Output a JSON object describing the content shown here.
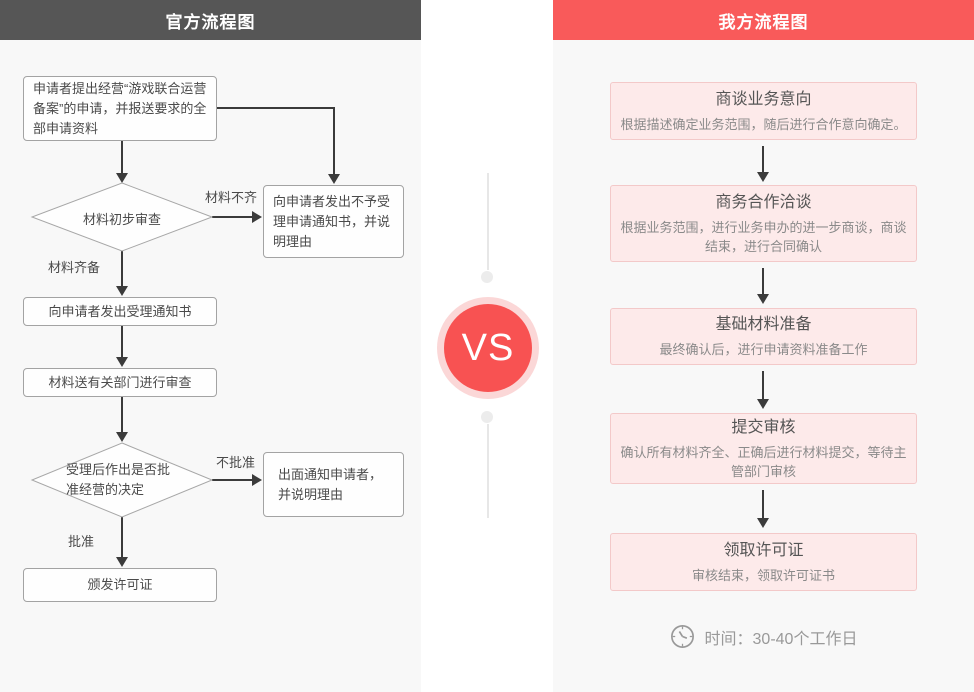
{
  "left_panel": {
    "title": "官方流程图",
    "nodes": {
      "start": "申请者提出经营“游戏联合运营备案”的申请，并报送要求的全部申请资料",
      "initial_review": "材料初步审查",
      "reject_notice": "向申请者发出不予受理申请通知书，并说明理由",
      "accept_notice": "向申请者发出受理通知书",
      "dept_review": "材料送有关部门进行审查",
      "approval_decision": "受理后作出是否批准经营的决定",
      "notify_applicant": "出面通知申请者，并说明理由",
      "issue_license": "颁发许可证"
    },
    "labels": {
      "incomplete": "材料不齐",
      "complete": "材料齐备",
      "not_approved": "不批准",
      "approved": "批准"
    }
  },
  "divider": {
    "vs_label": "VS"
  },
  "right_panel": {
    "title": "我方流程图",
    "steps": [
      {
        "title": "商谈业务意向",
        "desc": "根据描述确定业务范围，随后进行合作意向确定。"
      },
      {
        "title": "商务合作洽谈",
        "desc": "根据业务范围，进行业务申办的进一步商谈，商谈结束，进行合同确认"
      },
      {
        "title": "基础材料准备",
        "desc": "最终确认后，进行申请资料准备工作"
      },
      {
        "title": "提交审核",
        "desc": "确认所有材料齐全、正确后进行材料提交，等待主管部门审核"
      },
      {
        "title": "领取许可证",
        "desc": "审核结束，领取许可证书"
      }
    ],
    "time_note": "时间：30-40个工作日"
  },
  "colors": {
    "left_header_bg": "#565656",
    "right_header_bg": "#f95a5a",
    "vs_circle": "#f85252",
    "vs_ring": "#fbd7d7",
    "panel_bg": "#f8f8f8",
    "pink_box_bg": "#fdeaea",
    "pink_box_border": "#f3c9c9",
    "flow_box_border": "#a3a3a3",
    "arrow": "#3b3b3b"
  }
}
